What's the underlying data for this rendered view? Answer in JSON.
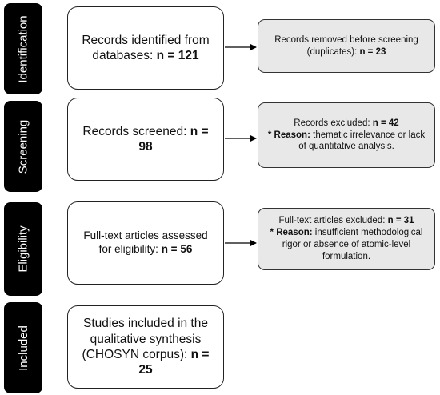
{
  "stages": [
    {
      "label": "Identification"
    },
    {
      "label": "Screening"
    },
    {
      "label": "Eligibility"
    },
    {
      "label": "Included"
    }
  ],
  "identification": {
    "main_text": "Records identified from databases:",
    "main_n": "n = 121",
    "side_text": "Records removed before screening (duplicates):",
    "side_n": "n = 23"
  },
  "screening": {
    "main_text": "Records screened:",
    "main_n": "n = 98",
    "side_text": "Records excluded:",
    "side_n": "n = 42",
    "reason_prefix": "* Reason:",
    "reason_text": "thematic irrelevance or lack of quantitative analysis."
  },
  "eligibility": {
    "main_text": "Full-text articles assessed for eligibility:",
    "main_n": "n = 56",
    "side_text": "Full-text articles excluded:",
    "side_n": "n = 31",
    "reason_prefix": "* Reason:",
    "reason_text": "insufficient methodological rigor or absence of atomic-level formulation."
  },
  "included": {
    "main_text": "Studies included in the qualitative synthesis (CHOSYN corpus):",
    "main_n": "n = 25"
  },
  "colors": {
    "stage_bg": "#000000",
    "side_box_bg": "#e8e8e8",
    "border": "#222222"
  }
}
